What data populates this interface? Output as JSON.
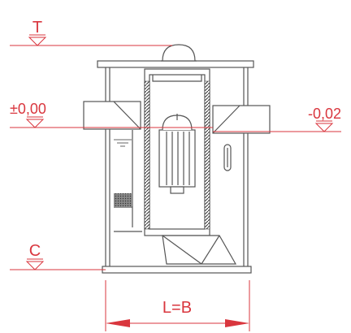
{
  "levels": {
    "top": "T",
    "ground_left": "±0,00",
    "ground_right": "-0,02",
    "bottom": "C"
  },
  "dimension": {
    "width": "L=B"
  },
  "colors": {
    "annotation": "#d9363e",
    "line": "#555555",
    "hatch": "#333333",
    "water": "#7a7a7a"
  }
}
